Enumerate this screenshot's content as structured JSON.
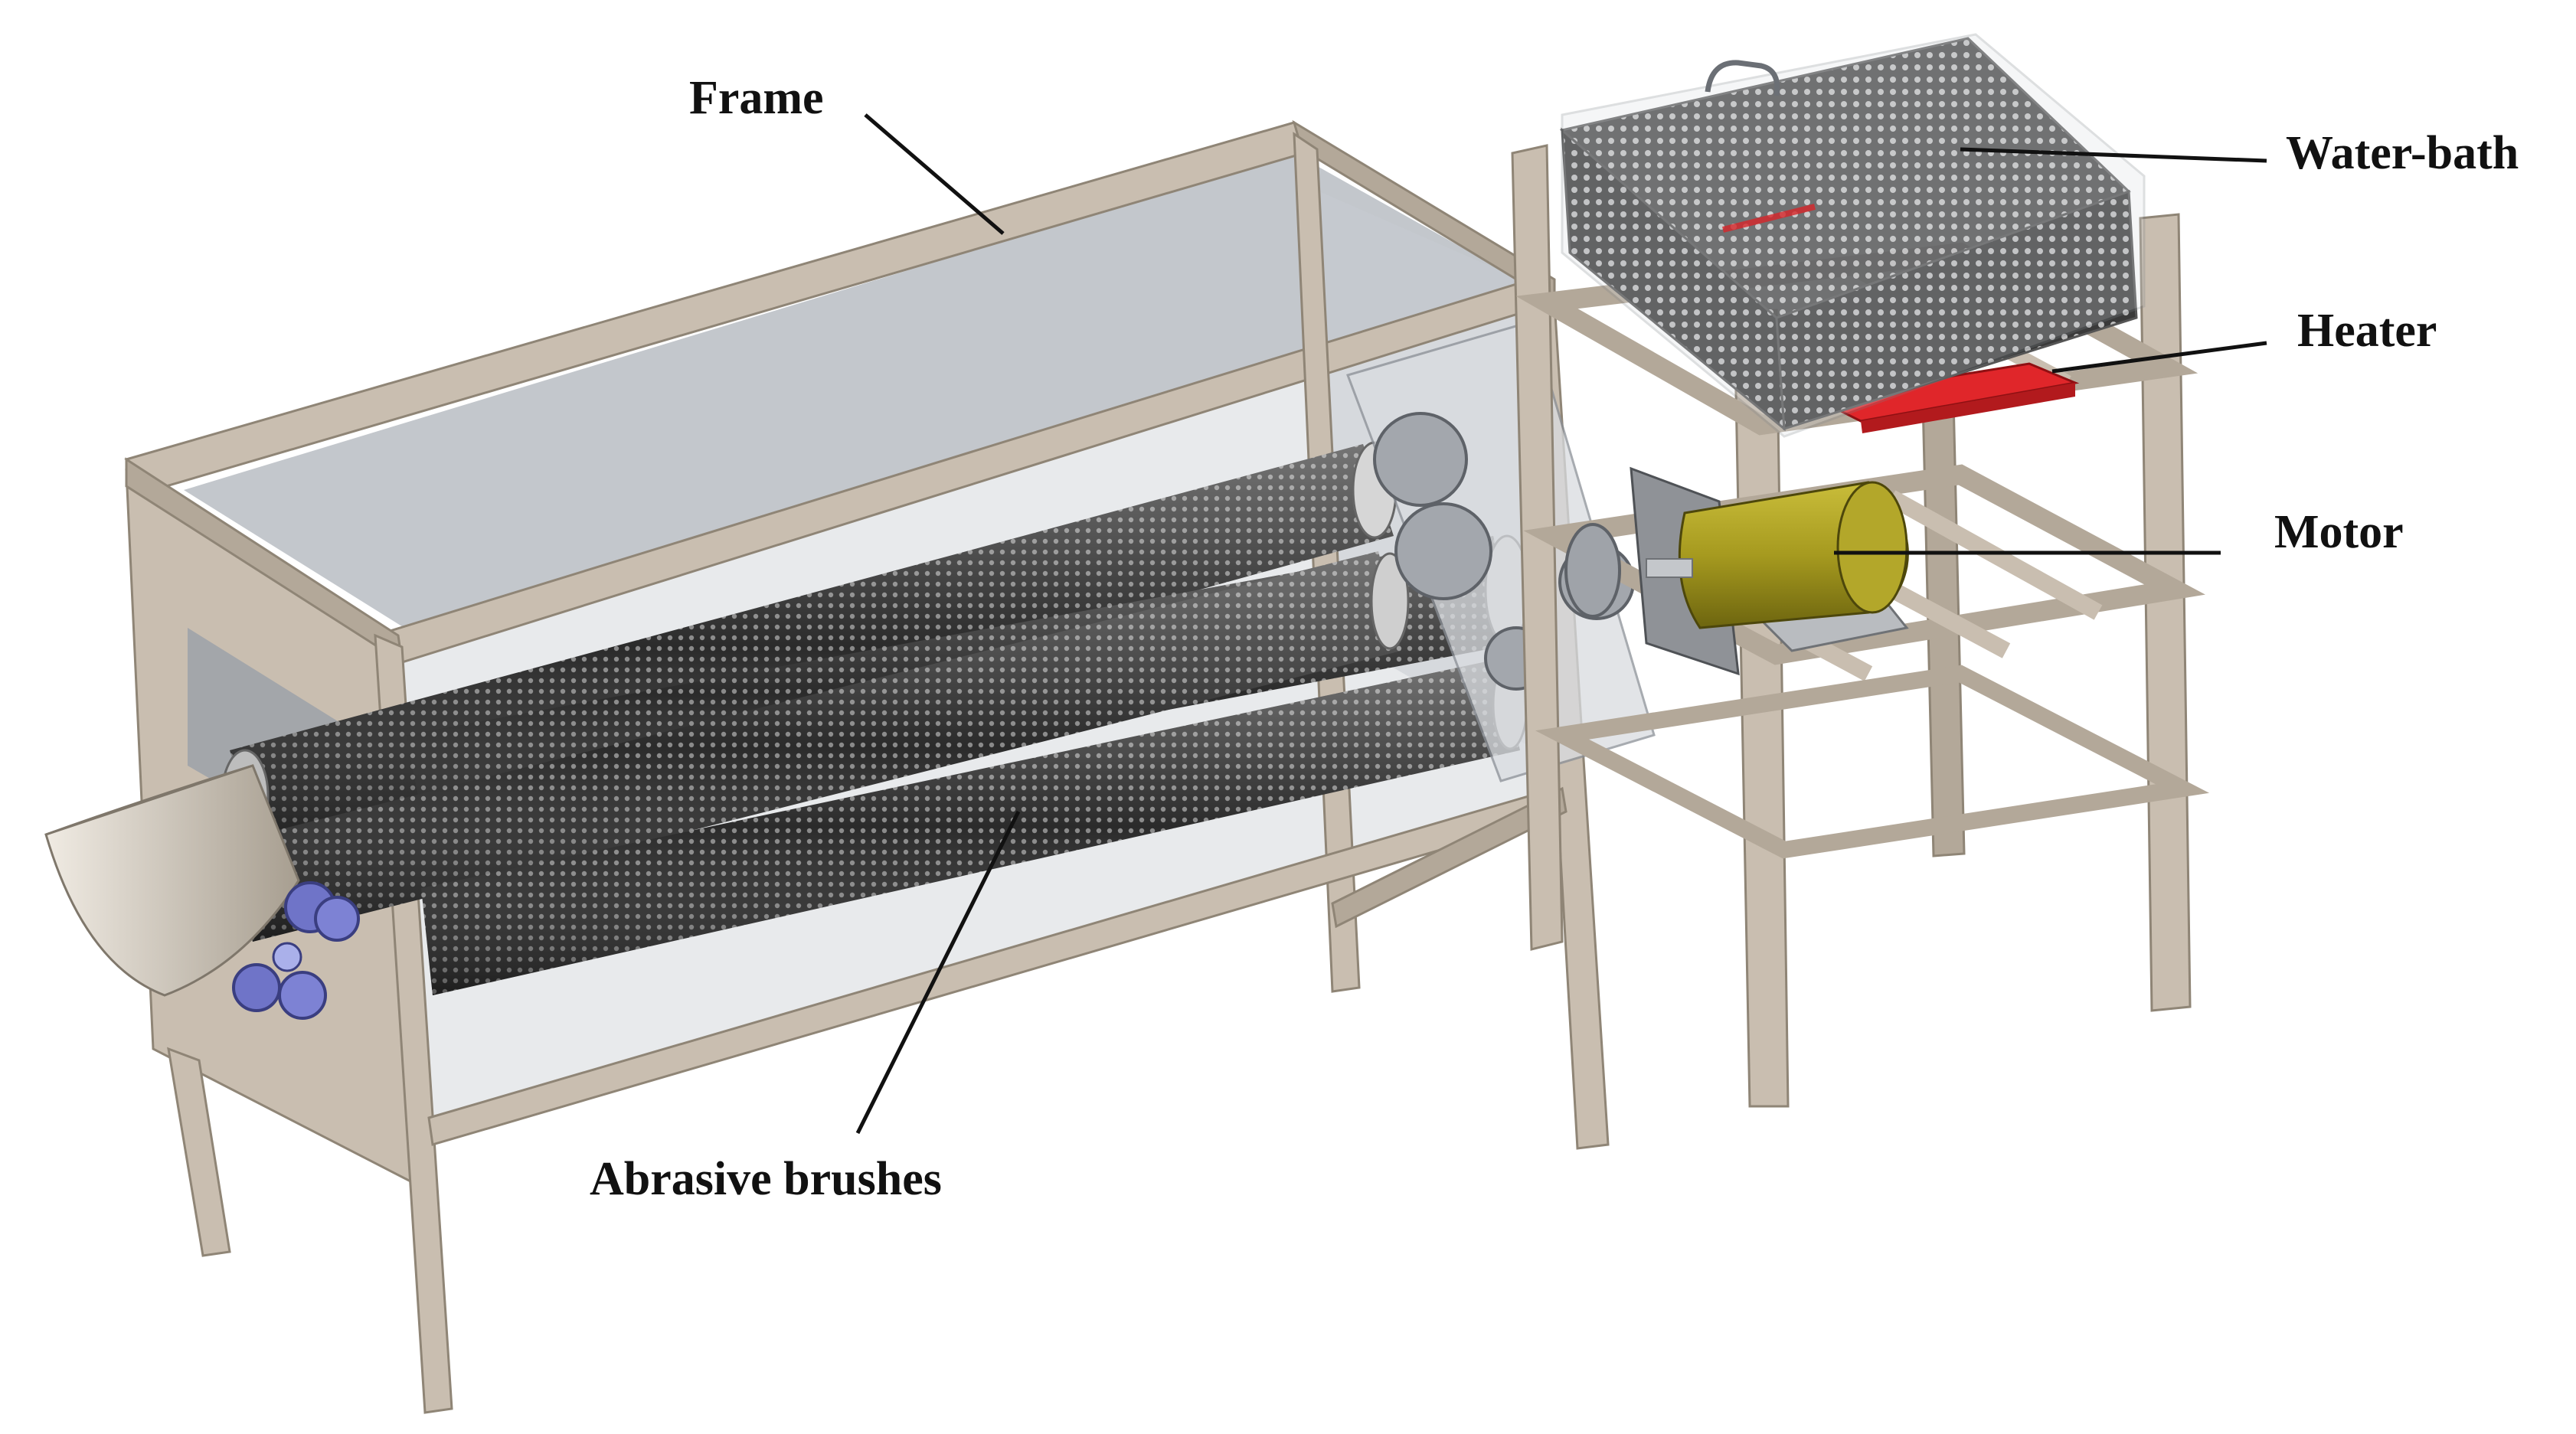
{
  "labels": {
    "frame": "Frame",
    "water_bath": "Water-bath",
    "heater": "Heater",
    "motor": "Motor",
    "abrasive_brushes": "Abrasive brushes"
  },
  "colors": {
    "background": "#ffffff",
    "frame_wood": "#c9beb0",
    "frame_wood_dark": "#9c9183",
    "glass_panel": "#b9bdc3",
    "brush_dark": "#2b2b2b",
    "motor_olive": "#a69a1f",
    "heater_red": "#e0262a",
    "hub_blue": "#6f74c8",
    "chute_beige": "#d9d1c4",
    "label_text": "#111111"
  }
}
